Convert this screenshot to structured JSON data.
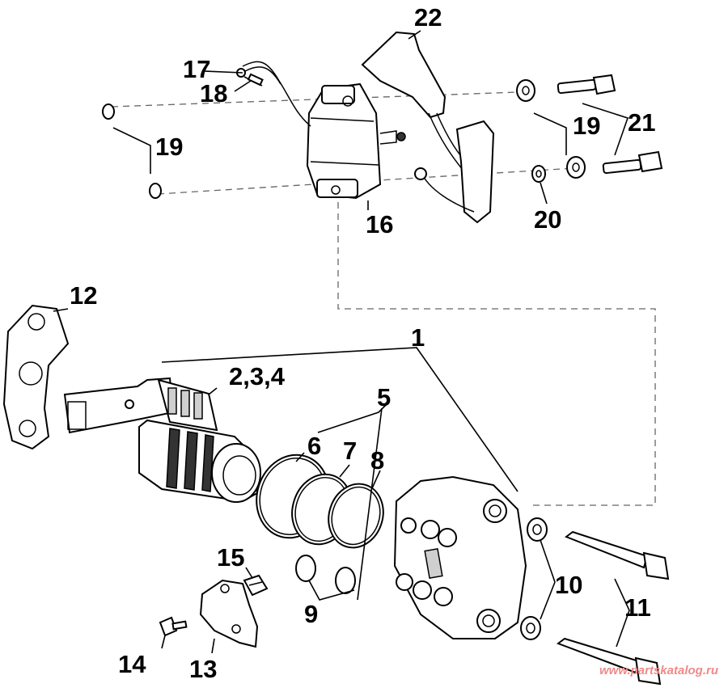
{
  "diagram": {
    "callouts": {
      "c1": "1",
      "c234": "2,3,4",
      "c5": "5",
      "c6": "6",
      "c7": "7",
      "c8": "8",
      "c9": "9",
      "c10": "10",
      "c11": "11",
      "c12": "12",
      "c13": "13",
      "c14": "14",
      "c15": "15",
      "c16": "16",
      "c17": "17",
      "c18": "18",
      "c19a": "19",
      "c19b": "19",
      "c20": "20",
      "c21": "21",
      "c22": "22"
    },
    "watermark": "www.partskatalog.ru",
    "colors": {
      "line": "#000000",
      "dashed": "#666666",
      "watermark": "#f08a8a"
    }
  }
}
